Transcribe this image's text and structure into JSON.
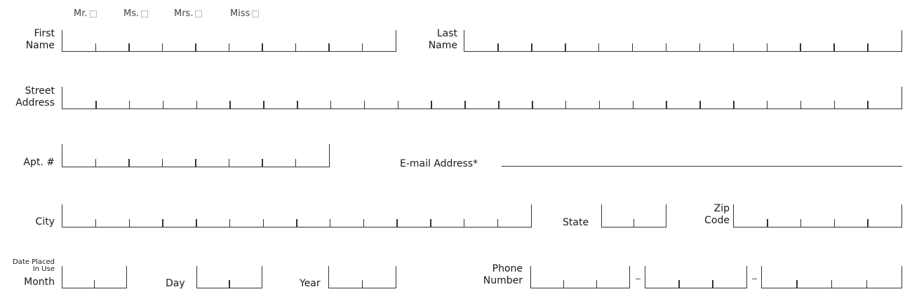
{
  "titles": [
    "Mr.",
    "Ms.",
    "Mrs.",
    "Miss"
  ],
  "labels": {
    "first_1": "First",
    "first_2": "Name",
    "last_1": "Last",
    "last_2": "Name",
    "street_1": "Street",
    "street_2": "Address",
    "apt": "Apt. #",
    "email": "E-mail Address*",
    "city": "City",
    "state": "State",
    "zip_1": "Zip",
    "zip_2": "Code",
    "date_1": "Date Placed",
    "date_2": "In Use",
    "month": "Month",
    "day": "Day",
    "year": "Year",
    "phone_1": "Phone",
    "phone_2": "Number",
    "dash": "–"
  },
  "fields": {
    "first_name": 10,
    "last_name": 13,
    "street": 25,
    "apt": 8,
    "city": 14,
    "state": 2,
    "zip": 5,
    "month": 2,
    "day": 2,
    "year": 2,
    "phone_area": 3,
    "phone_prefix": 3,
    "phone_line": 4
  }
}
